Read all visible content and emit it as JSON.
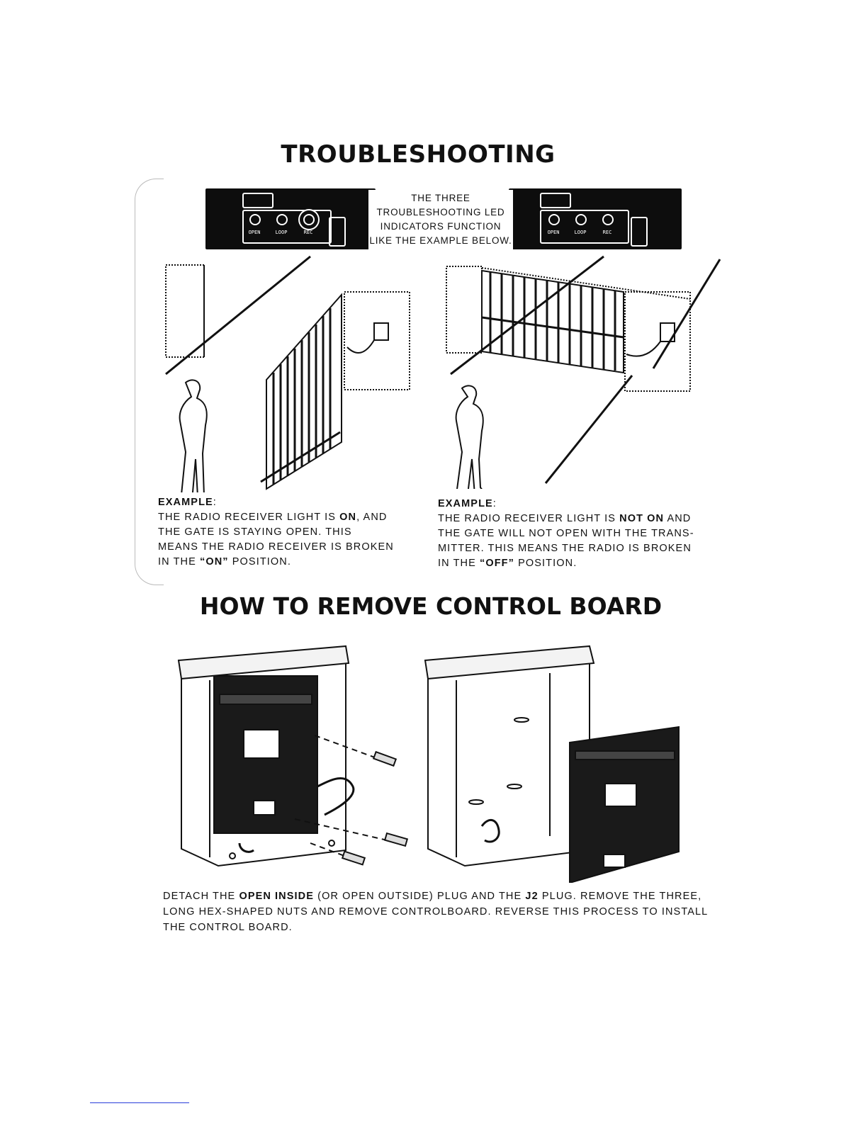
{
  "troubleshooting": {
    "title": "TROUBLESHOOTING",
    "led_caption_lines": [
      "THE THREE",
      "TROUBLESHOOTING LED",
      "INDICATORS FUNCTION",
      "LIKE THE EXAMPLE BELOW."
    ],
    "led_labels": [
      "OPEN",
      "LOOP",
      "REC"
    ],
    "example_left": {
      "heading": "EXAMPLE",
      "colon": ":",
      "t1": "THE RADIO RECEIVER LIGHT IS ",
      "b1": "ON",
      "t2": ", AND THE GATE IS STAYING OPEN. THIS MEANS THE RADIO RECEIVER IS BROKEN IN THE ",
      "b2": "“ON”",
      "t3": " POSITION."
    },
    "example_right": {
      "heading": "EXAMPLE",
      "colon": ":",
      "t1": "THE RADIO RECEIVER LIGHT IS ",
      "b1": "NOT ON",
      "t2": " AND THE GATE WILL NOT OPEN WITH THE TRANS-MITTER. THIS MEANS THE RADIO IS BROKEN IN THE ",
      "b2": "“OFF”",
      "t3": " POSITION."
    }
  },
  "remove_board": {
    "title": "HOW TO REMOVE CONTROL BOARD",
    "t1": "DETACH THE ",
    "b1": "OPEN INSIDE",
    "t2": " (OR OPEN OUTSIDE) PLUG AND THE ",
    "b2": "J2",
    "t3": " PLUG. REMOVE THE THREE, LONG HEX-SHAPED NUTS AND REMOVE CONTROLBOARD. REVERSE THIS PROCESS TO INSTALL THE CONTROL BOARD."
  }
}
